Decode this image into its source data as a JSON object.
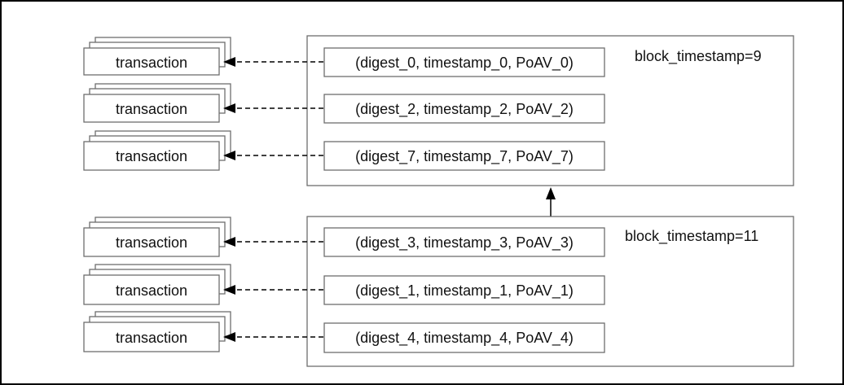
{
  "blocks": [
    {
      "label": "block_timestamp=9",
      "entries": [
        {
          "tuple": "(digest_0, timestamp_0, PoAV_0)",
          "target": "transaction"
        },
        {
          "tuple": "(digest_2, timestamp_2, PoAV_2)",
          "target": "transaction"
        },
        {
          "tuple": "(digest_7, timestamp_7, PoAV_7)",
          "target": "transaction"
        }
      ]
    },
    {
      "label": "block_timestamp=11",
      "entries": [
        {
          "tuple": "(digest_3, timestamp_3, PoAV_3)",
          "target": "transaction"
        },
        {
          "tuple": "(digest_1, timestamp_1, PoAV_1)",
          "target": "transaction"
        },
        {
          "tuple": "(digest_4, timestamp_4, PoAV_4)",
          "target": "transaction"
        }
      ]
    }
  ],
  "colors": {
    "border": "#6e6e6e",
    "arrow": "#000000",
    "text": "#111111"
  }
}
